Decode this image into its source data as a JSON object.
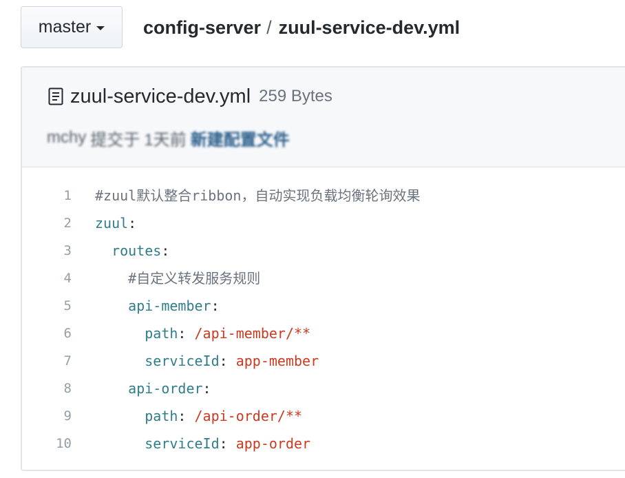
{
  "branch": {
    "label": "master"
  },
  "breadcrumb": {
    "repo": "config-server",
    "separator": "/",
    "file": "zuul-service-dev.yml"
  },
  "file": {
    "icon": "file-text-icon",
    "name": "zuul-service-dev.yml",
    "size": "259 Bytes"
  },
  "commit": {
    "author": "mchy",
    "action": "提交于",
    "time": "1天前",
    "message": "新建配置文件"
  },
  "code_lines": [
    {
      "num": "1",
      "indent": "",
      "comment": "#zuul默认整合ribbon，自动实现负载均衡轮询效果"
    },
    {
      "num": "2",
      "indent": "",
      "key": "zuul",
      "colon": ":"
    },
    {
      "num": "3",
      "indent": "  ",
      "key": "routes",
      "colon": ":"
    },
    {
      "num": "4",
      "indent": "    ",
      "comment": "#自定义转发服务规则"
    },
    {
      "num": "5",
      "indent": "    ",
      "key": "api-member",
      "colon": ":"
    },
    {
      "num": "6",
      "indent": "      ",
      "key": "path",
      "colon": ":",
      "value": "/api-member/**"
    },
    {
      "num": "7",
      "indent": "      ",
      "key": "serviceId",
      "colon": ":",
      "value": "app-member"
    },
    {
      "num": "8",
      "indent": "    ",
      "key": "api-order",
      "colon": ":"
    },
    {
      "num": "9",
      "indent": "      ",
      "key": "path",
      "colon": ":",
      "value": "/api-order/**"
    },
    {
      "num": "10",
      "indent": "      ",
      "key": "serviceId",
      "colon": ":",
      "value": "app-order"
    }
  ]
}
